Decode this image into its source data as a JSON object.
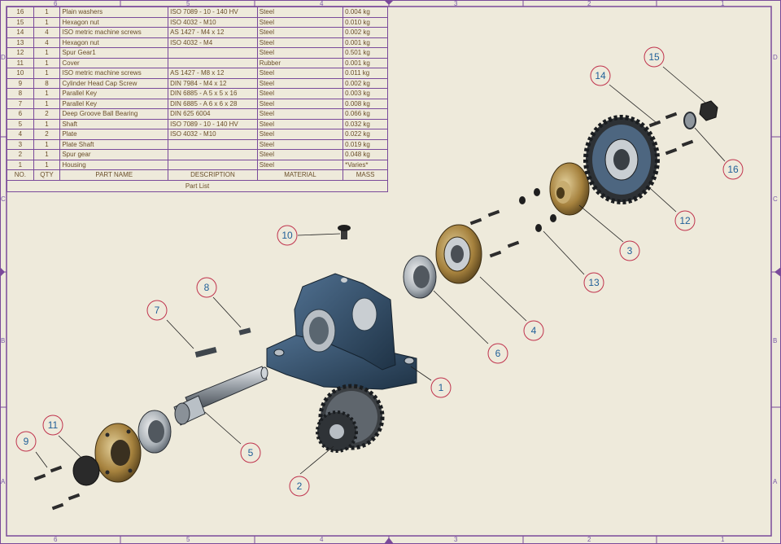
{
  "border_zones": {
    "top": [
      "6",
      "5",
      "4",
      "3",
      "2",
      "1"
    ],
    "bottom": [
      "6",
      "5",
      "4",
      "3",
      "2",
      "1"
    ],
    "left": [
      "D",
      "C",
      "B",
      "A"
    ],
    "right": [
      "D",
      "C",
      "B",
      "A"
    ]
  },
  "parts_list": {
    "title": "Part List",
    "headers": [
      "NO.",
      "QTY",
      "PART NAME",
      "DESCRIPTION",
      "MATERIAL",
      "MASS"
    ],
    "rows": [
      {
        "no": "16",
        "qty": "1",
        "name": "Plain washers",
        "desc": "ISO 7089 - 10 - 140 HV",
        "mat": "Steel",
        "mass": "0.004 kg"
      },
      {
        "no": "15",
        "qty": "1",
        "name": "Hexagon nut",
        "desc": "ISO 4032 - M10",
        "mat": "Steel",
        "mass": "0.010 kg"
      },
      {
        "no": "14",
        "qty": "4",
        "name": "ISO metric machine screws",
        "desc": "AS 1427 - M4 x 12",
        "mat": "Steel",
        "mass": "0.002 kg"
      },
      {
        "no": "13",
        "qty": "4",
        "name": "Hexagon nut",
        "desc": "ISO 4032 - M4",
        "mat": "Steel",
        "mass": "0.001 kg"
      },
      {
        "no": "12",
        "qty": "1",
        "name": "Spur Gear1",
        "desc": "",
        "mat": "Steel",
        "mass": "0.501 kg"
      },
      {
        "no": "11",
        "qty": "1",
        "name": "Cover",
        "desc": "",
        "mat": "Rubber",
        "mass": "0.001 kg"
      },
      {
        "no": "10",
        "qty": "1",
        "name": "ISO metric machine screws",
        "desc": "AS 1427 - M8 x 12",
        "mat": "Steel",
        "mass": "0.011 kg"
      },
      {
        "no": "9",
        "qty": "8",
        "name": "Cylinder Head Cap Screw",
        "desc": "DIN 7984 - M4 x 12",
        "mat": "Steel",
        "mass": "0.002 kg"
      },
      {
        "no": "8",
        "qty": "1",
        "name": "Parallel Key",
        "desc": "DIN 6885 - A 5 x 5 x 16",
        "mat": "Steel",
        "mass": "0.003 kg"
      },
      {
        "no": "7",
        "qty": "1",
        "name": "Parallel Key",
        "desc": "DIN 6885 - A 6 x 6 x 28",
        "mat": "Steel",
        "mass": "0.008 kg"
      },
      {
        "no": "6",
        "qty": "2",
        "name": "Deep Groove Ball Bearing",
        "desc": "DIN 625  6004",
        "mat": "Steel",
        "mass": "0.066 kg"
      },
      {
        "no": "5",
        "qty": "1",
        "name": "Shaft",
        "desc": "ISO 7089 - 10 - 140 HV",
        "mat": "Steel",
        "mass": "0.032 kg"
      },
      {
        "no": "4",
        "qty": "2",
        "name": "Plate",
        "desc": "ISO 4032 - M10",
        "mat": "Steel",
        "mass": "0.022 kg"
      },
      {
        "no": "3",
        "qty": "1",
        "name": "Plate Shaft",
        "desc": "",
        "mat": "Steel",
        "mass": "0.019 kg"
      },
      {
        "no": "2",
        "qty": "1",
        "name": "Spur gear",
        "desc": "",
        "mat": "Steel",
        "mass": "0.048 kg"
      },
      {
        "no": "1",
        "qty": "1",
        "name": "Housing",
        "desc": "",
        "mat": "Steel",
        "mass": "*Varies*"
      }
    ]
  },
  "balloons": [
    "1",
    "2",
    "3",
    "4",
    "5",
    "6",
    "7",
    "8",
    "9",
    "10",
    "11",
    "12",
    "13",
    "14",
    "15",
    "16"
  ],
  "colors": {
    "background": "#eeeadb",
    "border": "#7a4a9a",
    "balloon": "#c0334d",
    "balloon_text": "#1f5f98",
    "housing": "#2f4a63",
    "brass": "#8c6a2a",
    "steel": "#9aa3ab"
  }
}
